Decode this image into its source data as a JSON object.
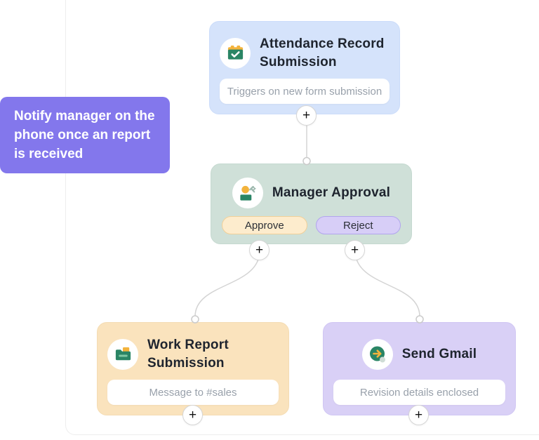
{
  "callout": {
    "text": "Notify manager on the phone once an report is received",
    "bg": "#8377ec"
  },
  "nodes": {
    "trigger": {
      "title": "Attendance Record Submission",
      "field": "Triggers on new form submission",
      "icon": "calendar-check-icon",
      "bg": "#d5e3fb"
    },
    "approval": {
      "title": "Manager Approval",
      "icon": "user-gear-icon",
      "bg": "#cfe0d8",
      "buttons": [
        {
          "label": "Approve",
          "bg": "#fdeccd",
          "border": "#f1d099"
        },
        {
          "label": "Reject",
          "bg": "#d7cef7",
          "border": "#b2a5ee"
        }
      ]
    },
    "work_report": {
      "title": "Work Report Submission",
      "field": "Message to #sales",
      "icon": "folder-icon",
      "bg": "#fae3bd"
    },
    "send_gmail": {
      "title": "Send Gmail",
      "field": "Revision details enclosed",
      "icon": "send-arrow-icon",
      "bg": "#d9d0f6"
    }
  },
  "connectors": {
    "add_label": "+",
    "line_color": "#d4d4d4"
  },
  "colors": {
    "icon_green": "#2a8565",
    "icon_orange": "#f3b33c",
    "icon_light_green": "#7fc7a4",
    "title_text": "#1e242e",
    "field_text": "#99a1ab"
  }
}
